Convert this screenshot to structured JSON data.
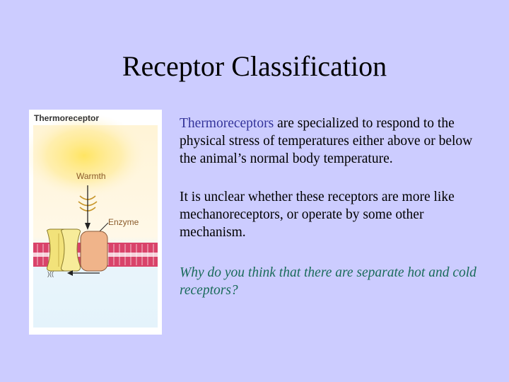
{
  "slide": {
    "title": "Receptor Classification"
  },
  "figure": {
    "title": "Thermoreceptor",
    "warmth_label": "Warmth",
    "enzyme_label": "Enzyme",
    "colors": {
      "heat_glow": "#ffe066",
      "background_top": "#fff6d8",
      "background_bottom": "#e6f4fb",
      "membrane": "#d9436a",
      "channel": "#f2e27a",
      "enzyme": "#f0b48a"
    }
  },
  "body": {
    "p1_highlight": "Thermoreceptors",
    "p1_rest": " are specialized to respond to the physical stress of temperatures either above or below the animal’s normal body temperature.",
    "p2": "It is unclear whether these receptors are more like mechanoreceptors, or operate by some other mechanism.",
    "p3": "Why do you think that there are separate hot and cold receptors?"
  },
  "colors": {
    "background": "#ccccff",
    "highlight_text": "#333399",
    "question_text": "#1a6b5a"
  }
}
